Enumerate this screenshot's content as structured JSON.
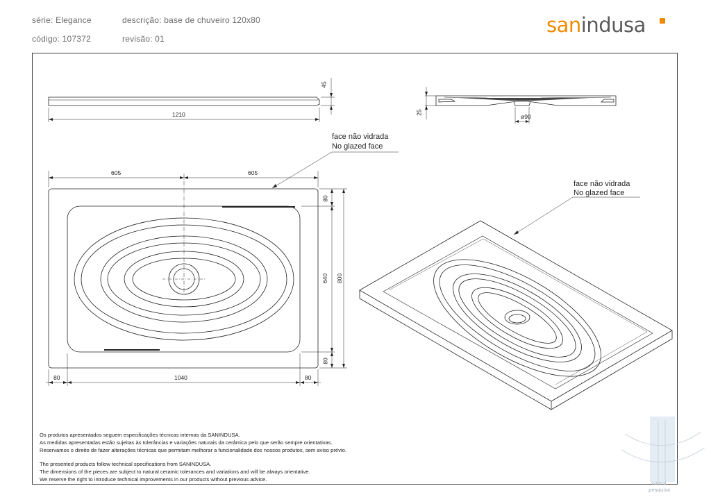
{
  "header": {
    "serie": "série: Elegance",
    "descricao": "descrição: base de chuveiro 120x80",
    "codigo": "código: 107372",
    "revisao": "revisão: 01"
  },
  "logo": {
    "part1": "san",
    "part2": "indusa"
  },
  "dimensions": {
    "side_length": "1210",
    "side_height": "45",
    "section_height": "25",
    "drain_diameter": "ø90",
    "top_half_left": "605",
    "top_half_right": "605",
    "margin_top": "80",
    "inner_height": "640",
    "total_height": "800",
    "margin_bottom": "80",
    "margin_left": "80",
    "inner_width": "1040",
    "margin_right": "80"
  },
  "notes": {
    "plan_pt": "face não vidrada",
    "plan_en": "No glazed face",
    "persp_pt": "face não vidrada",
    "persp_en": "No glazed face"
  },
  "footer": {
    "pt1": "Os produtos apresentados seguem especificações técnicas internas da SANINDUSA.",
    "pt2": "As medidas apresentadas estão sujeitas às tolerâncias e variações naturais da cerâmica pelo que serão sempre orientativas.",
    "pt3": "Reservamos o direito de fazer alterações técnicas que permitam melhorar a funcionalidade dos nossos produtos, sem aviso prévio.",
    "en1": "The presented products follow technical specifications from SANINDUSA.",
    "en2": "The dimensions of the pieces are subject to natural ceramic tolerances and variations and will be always orientative.",
    "en3": "We reserve the right to introduce technical improvements in our products without previous advice."
  },
  "watermark": {
    "line1": "vannu",
    "line2": "pesquisa"
  }
}
